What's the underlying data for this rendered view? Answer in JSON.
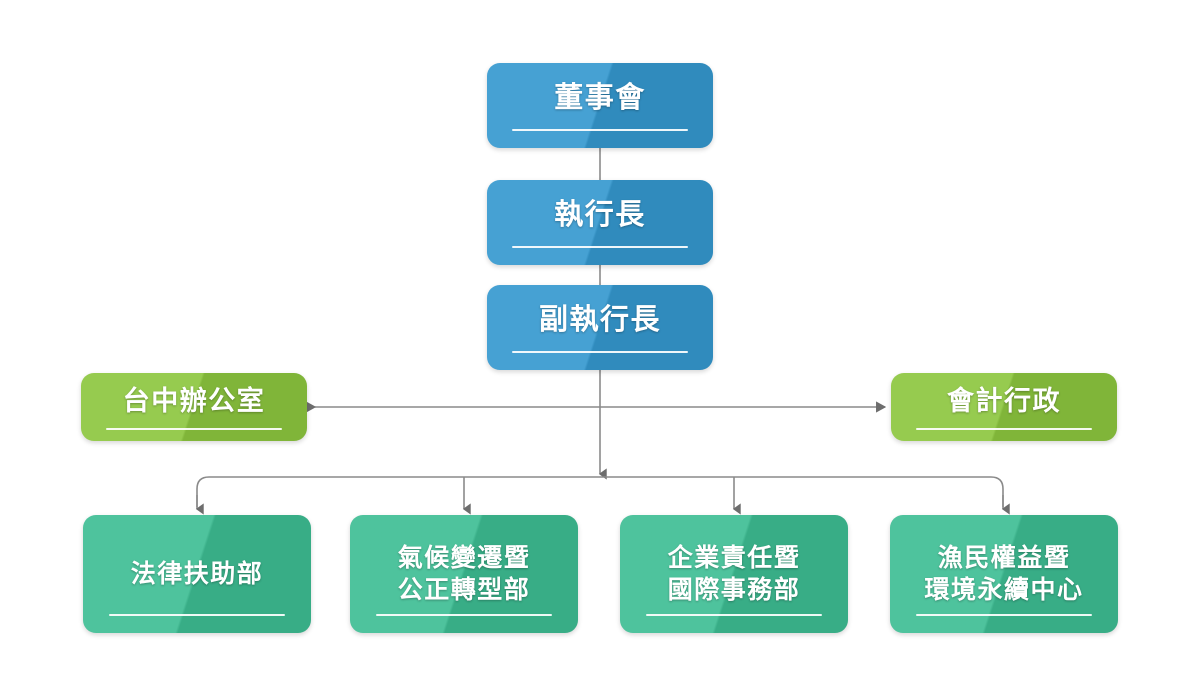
{
  "chart": {
    "type": "organization-chart",
    "title": "",
    "background_color": "#ffffff",
    "colors": {
      "executive": "#3498cf",
      "side_unit": "#8cc63e",
      "department": "#3dbd93",
      "connector": "#8a8a8a",
      "text": "#ffffff"
    }
  },
  "nodes": {
    "board": {
      "label": "董事會",
      "level": 1,
      "color": "#3498cf"
    },
    "ceo": {
      "label": "執行長",
      "level": 2,
      "color": "#3498cf"
    },
    "deputy_ceo": {
      "label": "副執行長",
      "level": 3,
      "color": "#3498cf"
    },
    "taichung_office": {
      "label": "台中辦公室",
      "level": 4,
      "color": "#8cc63e"
    },
    "accounting_admin": {
      "label": "會計行政",
      "level": 4,
      "color": "#8cc63e"
    },
    "legal_aid": {
      "label": "法律扶助部",
      "level": 5,
      "color": "#3dbd93"
    },
    "climate_change": {
      "label": "氣候變遷暨\n公正轉型部",
      "level": 5,
      "color": "#3dbd93"
    },
    "corporate_intl": {
      "label": "企業責任暨\n國際事務部",
      "level": 5,
      "color": "#3dbd93"
    },
    "fishermen_rights": {
      "label": "漁民權益暨\n環境永續中心",
      "level": 5,
      "color": "#3dbd93"
    }
  },
  "connections": [
    {
      "from": "board",
      "to": "ceo",
      "style": "vertical-line"
    },
    {
      "from": "ceo",
      "to": "deputy_ceo",
      "style": "vertical-line"
    },
    {
      "from": "deputy_ceo",
      "to": "taichung_office",
      "style": "horizontal-arrow-left"
    },
    {
      "from": "deputy_ceo",
      "to": "accounting_admin",
      "style": "horizontal-arrow-right"
    },
    {
      "from": "deputy_ceo",
      "to": "legal_aid",
      "style": "bus-arrow-down"
    },
    {
      "from": "deputy_ceo",
      "to": "climate_change",
      "style": "bus-arrow-down"
    },
    {
      "from": "deputy_ceo",
      "to": "corporate_intl",
      "style": "bus-arrow-down"
    },
    {
      "from": "deputy_ceo",
      "to": "fishermen_rights",
      "style": "bus-arrow-down"
    }
  ]
}
